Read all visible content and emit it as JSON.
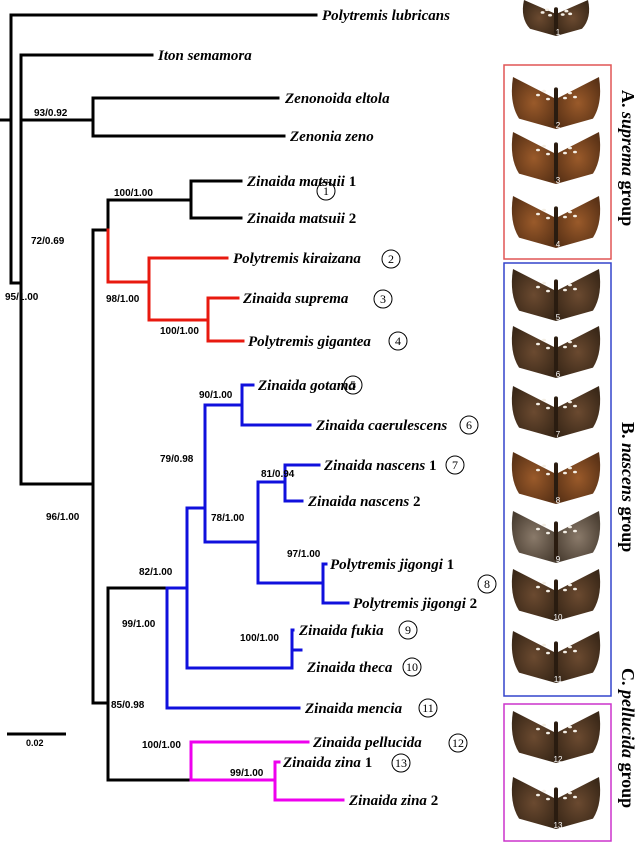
{
  "tree": {
    "taxa": [
      {
        "id": "t1",
        "name": "Polytremis lubricans",
        "number": "",
        "circle": ""
      },
      {
        "id": "t2",
        "name": "Iton semamora",
        "number": "",
        "circle": ""
      },
      {
        "id": "t3",
        "name": "Zenonoida eltola",
        "number": "",
        "circle": ""
      },
      {
        "id": "t4",
        "name": "Zenonia zeno",
        "number": "",
        "circle": ""
      },
      {
        "id": "t5",
        "name": "Zinaida matsuii",
        "number": "1",
        "circle": "1"
      },
      {
        "id": "t6",
        "name": "Zinaida matsuii",
        "number": "2",
        "circle": ""
      },
      {
        "id": "t7",
        "name": "Polytremis kiraizana",
        "number": "",
        "circle": "2"
      },
      {
        "id": "t8",
        "name": "Zinaida suprema",
        "number": "",
        "circle": "3"
      },
      {
        "id": "t9",
        "name": "Polytremis gigantea",
        "number": "",
        "circle": "4"
      },
      {
        "id": "t10",
        "name": "Zinaida gotama",
        "number": "",
        "circle": "5"
      },
      {
        "id": "t11",
        "name": "Zinaida caerulescens",
        "number": "",
        "circle": "6"
      },
      {
        "id": "t12",
        "name": "Zinaida nascens",
        "number": "1",
        "circle": "7"
      },
      {
        "id": "t13",
        "name": "Zinaida nascens",
        "number": "2",
        "circle": ""
      },
      {
        "id": "t14",
        "name": "Polytremis jigongi",
        "number": "1",
        "circle": ""
      },
      {
        "id": "t15",
        "name": "Polytremis jigongi",
        "number": "2",
        "circle": ""
      },
      {
        "id": "t16",
        "name": "Zinaida fukia",
        "number": "",
        "circle": "9"
      },
      {
        "id": "t17",
        "name": "Zinaida theca",
        "number": "",
        "circle": "10"
      },
      {
        "id": "t18",
        "name": "Zinaida mencia",
        "number": "",
        "circle": "11"
      },
      {
        "id": "t19",
        "name": "Zinaida pellucida",
        "number": "",
        "circle": "12"
      },
      {
        "id": "t20",
        "name": "Zinaida zina",
        "number": "1",
        "circle": "13"
      },
      {
        "id": "t21",
        "name": "Zinaida zina",
        "number": "2",
        "circle": ""
      }
    ],
    "shared_circle": "8",
    "supports": [
      "93/0.92",
      "100/1.00",
      "72/0.69",
      "98/1.00",
      "100/1.00",
      "95/1.00",
      "90/1.00",
      "79/0.98",
      "81/0.94",
      "78/1.00",
      "96/1.00",
      "97/1.00",
      "82/1.00",
      "99/1.00",
      "100/1.00",
      "85/0.98",
      "100/1.00",
      "99/1.00"
    ],
    "scale_label": "0.02"
  },
  "groups": [
    {
      "label_prefix": "A.",
      "label_name": "suprema",
      "label_suffix": "group",
      "color": "#e05555"
    },
    {
      "label_prefix": "B.",
      "label_name": "nascens",
      "label_suffix": "group",
      "color": "#3344cc"
    },
    {
      "label_prefix": "C.",
      "label_name": "pellucida",
      "label_suffix": "group",
      "color": "#cc33cc"
    }
  ],
  "colors": {
    "black_branch": "#000000",
    "red_branch": "#e8190f",
    "blue_branch": "#1010dd",
    "magenta_branch": "#ee00ee"
  },
  "specimens": [
    "1",
    "2",
    "3",
    "4",
    "5",
    "6",
    "7",
    "8",
    "9",
    "10",
    "11",
    "12",
    "13"
  ]
}
